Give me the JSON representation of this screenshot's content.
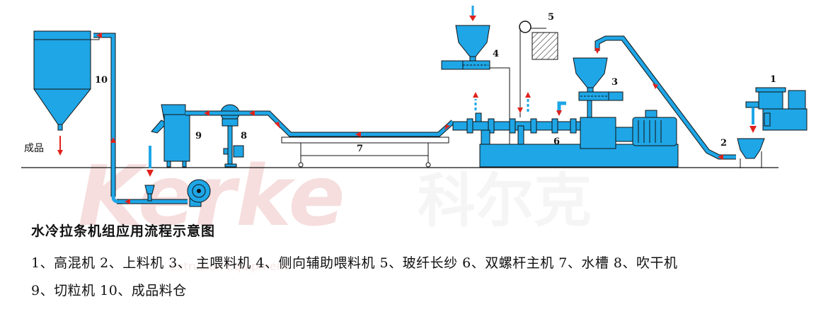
{
  "diagram": {
    "labels": {
      "n1": "1",
      "n2": "2",
      "n3": "3",
      "n4": "4",
      "n5": "5",
      "n6": "6",
      "n7": "7",
      "n8": "8",
      "n9": "9",
      "n10": "10",
      "product": "成品"
    },
    "watermark": {
      "latin": "Kerke",
      "cjk": "科尔克",
      "sub": "Extrusion Equipment"
    },
    "colors": {
      "machine": "#1fa6e6",
      "pipe": "#1fa6e6",
      "arrow": "#e0221c",
      "outline": "#111111",
      "watermark": "#f0c4c4"
    }
  },
  "caption": {
    "title": "水冷拉条机组应用流程示意图",
    "line1": "1、高混机 2、上料机 3、 主喂料机 4、侧向辅助喂料机 5、玻纤长纱 6、双螺杆主机 7、水槽  8、吹干机",
    "line2": "9、切粒机 10、成品料仓"
  }
}
